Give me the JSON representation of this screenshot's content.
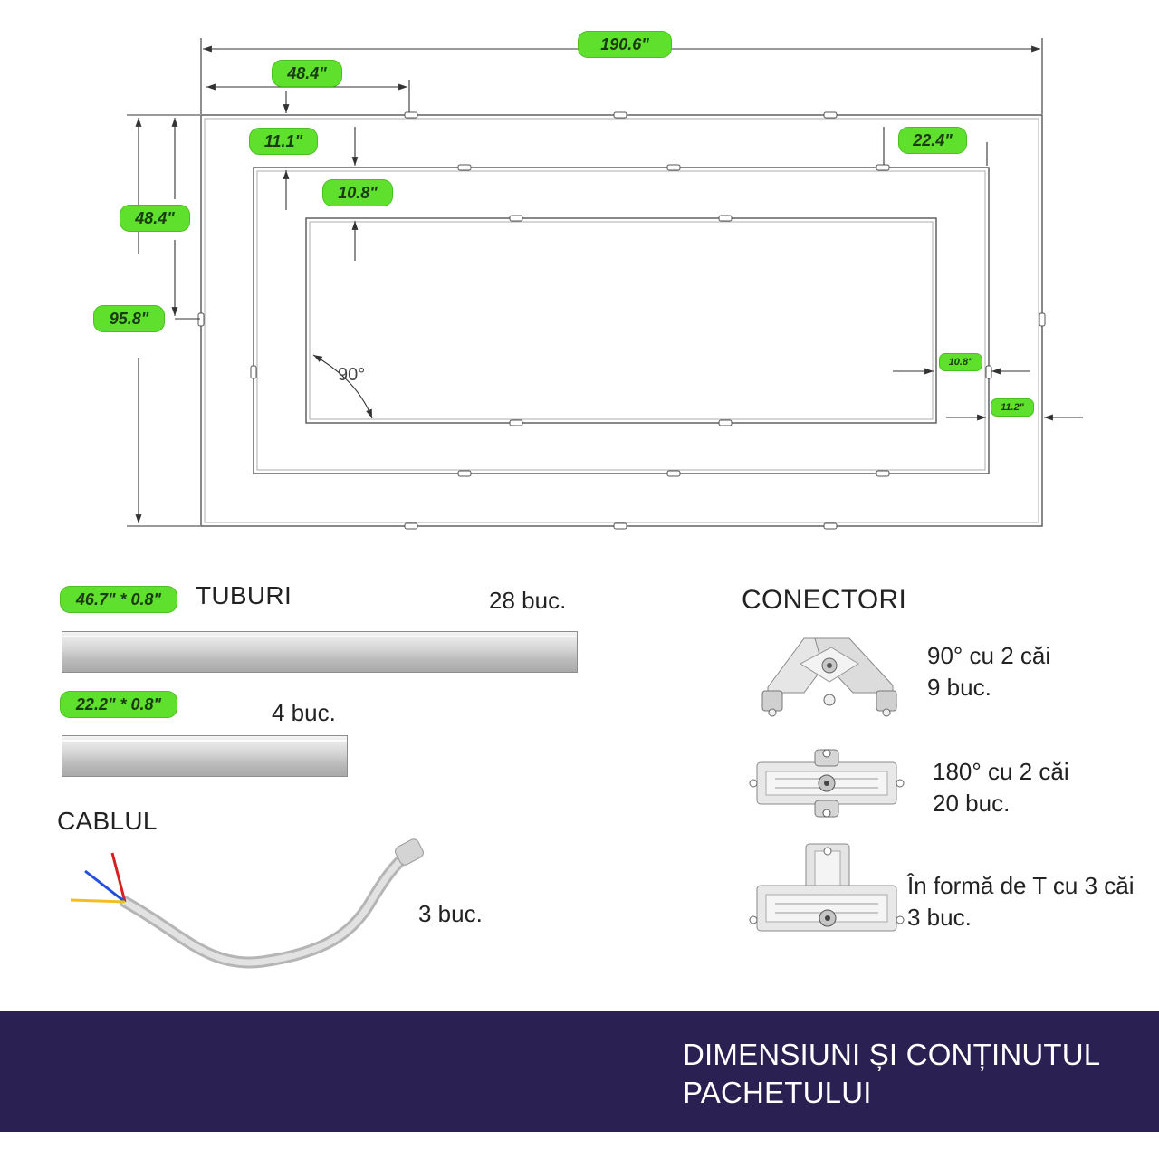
{
  "dimensions": {
    "overall_width": "190.6\"",
    "tube_segment": "48.4\"",
    "outer_to_middle_gap": "11.1\"",
    "middle_to_inner_gap": "10.8\"",
    "short_segment": "22.4\"",
    "outer_height_segment": "48.4\"",
    "overall_height": "95.8\"",
    "side_gap_inner": "10.8\"",
    "side_gap_outer": "11.2\"",
    "angle": "90°"
  },
  "parts": {
    "tubes": {
      "label": "TUBURI",
      "long_size": "46.7\" * 0.8\"",
      "long_qty": "28 buc.",
      "short_size": "22.2\" * 0.8\"",
      "short_qty": "4 buc."
    },
    "cable": {
      "label": "CABLUL",
      "qty": "3 buc."
    },
    "connectors": {
      "label": "CONECTORI",
      "items": [
        {
          "type": "90° cu 2 căi",
          "qty": "9 buc."
        },
        {
          "type": "180° cu 2 căi",
          "qty": "20 buc."
        },
        {
          "type": "În formă de T cu 3 căi",
          "qty": "3 buc."
        }
      ]
    }
  },
  "footer": {
    "title": "DIMENSIUNI ȘI CONȚINUTUL\nPACHETULUI",
    "background": "#2a2052"
  },
  "colors": {
    "label_green": "#5ee02d",
    "line": "#555555"
  }
}
